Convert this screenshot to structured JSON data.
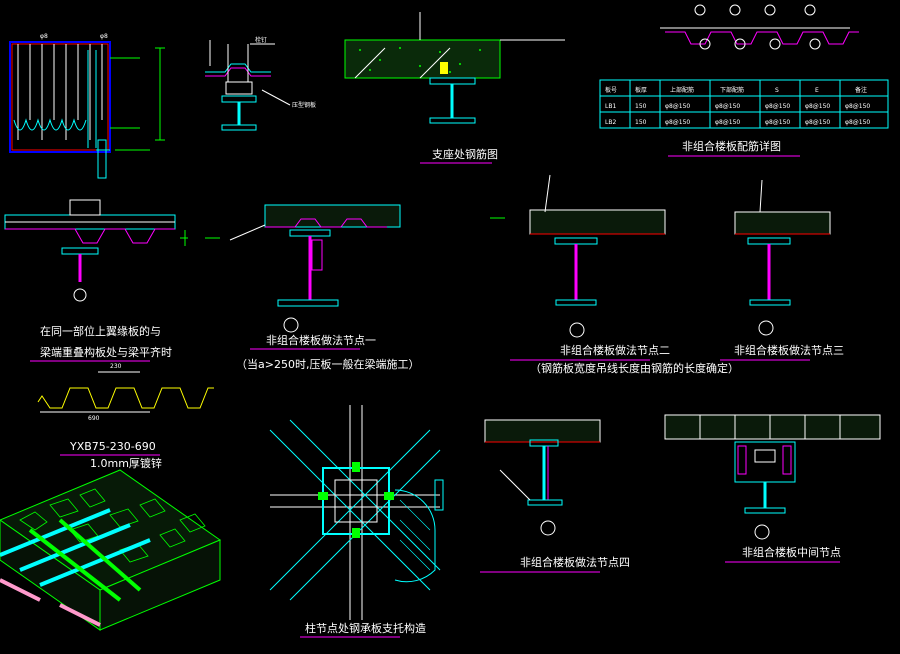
{
  "colors": {
    "background": "#000000",
    "white": "#ffffff",
    "cyan": "#00ffff",
    "magenta": "#ff00ff",
    "green": "#00ff00",
    "red": "#ff0000",
    "yellow": "#ffff00",
    "blue": "#0000ff",
    "pink": "#ff99cc"
  },
  "captions": {
    "support_structure": "支座处钢筋图",
    "rebar_detail_title": "非组合楼板配筋详图",
    "node_left_line1": "在同一部位上翼缘板的与",
    "node_left_line2": "梁端重叠构板处与梁平齐时",
    "node_one": "非组合楼板做法节点一",
    "node_one_note": "（当a>250时,压板一般在梁端施工）",
    "node_two": "非组合楼板做法节点二",
    "node_two_note": "（钢筋板宽度吊线长度由钢筋的长度确定）",
    "node_three": "非组合楼板做法节点三",
    "profile_code": "YXB75-230-690",
    "profile_sub": "1.0mm厚镀锌",
    "column_node": "柱节点处钢承板支托构造",
    "node_four": "非组合楼板做法节点四",
    "mid_node": "非组合楼板中间节点"
  },
  "table": {
    "headers": [
      "板号",
      "板厚",
      "上部配筋",
      "下部配筋",
      "S",
      "E",
      "备注"
    ],
    "rows": [
      [
        "LB1",
        "150",
        "φ8@150",
        "φ8@150",
        "φ8@150",
        "φ8@150",
        "φ8@150"
      ],
      [
        "LB2",
        "150",
        "φ8@150",
        "φ8@150",
        "φ8@150",
        "φ8@150",
        "φ8@150"
      ]
    ]
  },
  "profile_dims": {
    "pitch": "230",
    "width": "690"
  }
}
